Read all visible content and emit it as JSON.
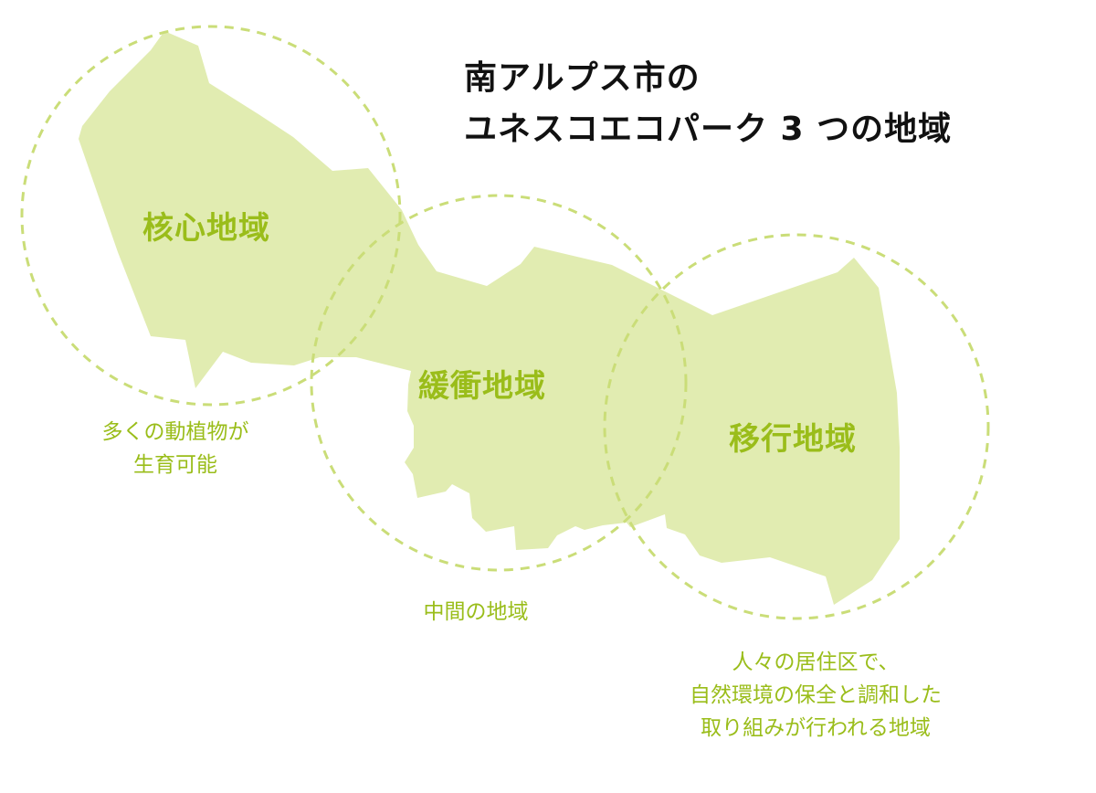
{
  "title": {
    "line1": "南アルプス市の",
    "line2": "ユネスコエコパーク 3 つの地域"
  },
  "zones": [
    {
      "name": "核心地域",
      "description": [
        "多くの動植物が",
        "生育可能"
      ]
    },
    {
      "name": "緩衝地域",
      "description": [
        "中間の地域"
      ]
    },
    {
      "name": "移行地域",
      "description": [
        "人々の居住区で、",
        "自然環境の保全と調和した",
        "取り組みが行われる地域"
      ]
    }
  ],
  "colors": {
    "map_fill": "#e1ecb1",
    "circle_stroke": "#cadd78",
    "label": "#9abd1a",
    "title": "#111111"
  }
}
